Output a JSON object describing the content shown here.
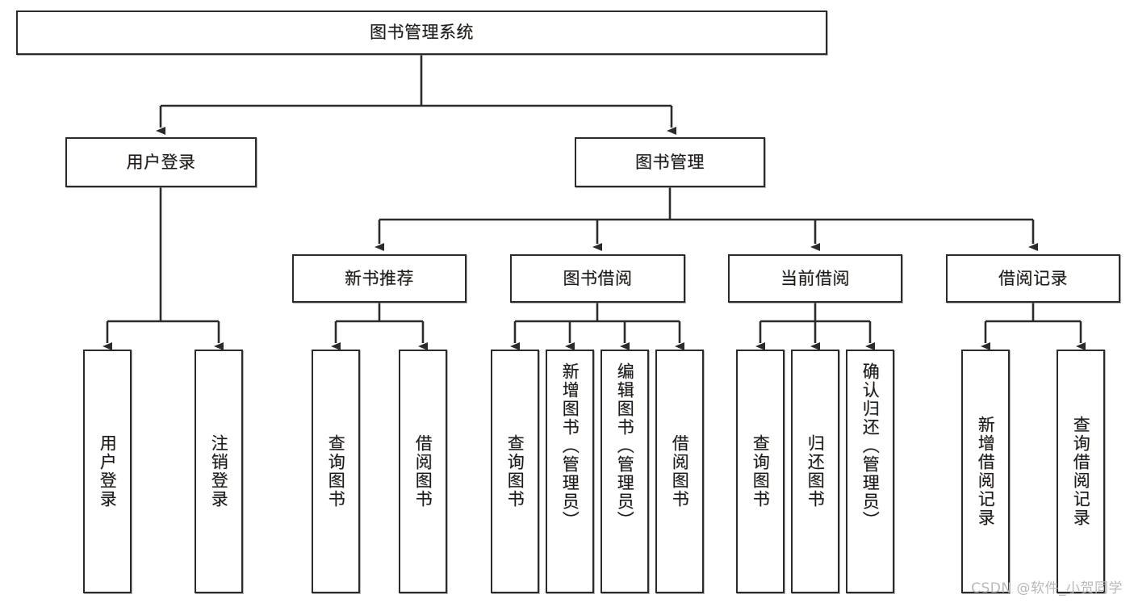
{
  "diagram": {
    "title": "图书管理系统",
    "type": "tree-hierarchy-diagram",
    "watermark": "CSDN @软件_小贺同学",
    "colors": {
      "box_border": "#2b2b2b",
      "box_fill": "#ffffff",
      "connector": "#2b2b2b",
      "text": "#1b1b1b",
      "watermark": "#b9b9b9",
      "background": "#ffffff"
    },
    "nodes": {
      "root": {
        "label": "图书管理系统"
      },
      "level2": [
        {
          "id": "user-login",
          "label": "用户登录"
        },
        {
          "id": "book-manage",
          "label": "图书管理"
        }
      ],
      "level3": [
        {
          "id": "new-book-recommend",
          "label": "新书推荐"
        },
        {
          "id": "book-borrow",
          "label": "图书借阅"
        },
        {
          "id": "current-borrow",
          "label": "当前借阅"
        },
        {
          "id": "borrow-record",
          "label": "借阅记录"
        }
      ],
      "leaves": [
        {
          "id": "leaf-user-login",
          "label": "用户登录",
          "parent": "user-login"
        },
        {
          "id": "leaf-user-logout",
          "label": "注销登录",
          "parent": "user-login"
        },
        {
          "id": "leaf-query-book-1",
          "label": "查询图书",
          "parent": "new-book-recommend"
        },
        {
          "id": "leaf-borrow-book-1",
          "label": "借阅图书",
          "parent": "new-book-recommend"
        },
        {
          "id": "leaf-query-book-2",
          "label": "查询图书",
          "parent": "book-borrow"
        },
        {
          "id": "leaf-add-book",
          "label": "新增图书（管理员）",
          "parent": "book-borrow"
        },
        {
          "id": "leaf-edit-book",
          "label": "编辑图书（管理员）",
          "parent": "book-borrow"
        },
        {
          "id": "leaf-borrow-book-2",
          "label": "借阅图书",
          "parent": "book-borrow"
        },
        {
          "id": "leaf-query-book-3",
          "label": "查询图书",
          "parent": "current-borrow"
        },
        {
          "id": "leaf-return-book",
          "label": "归还图书",
          "parent": "current-borrow"
        },
        {
          "id": "leaf-confirm-return",
          "label": "确认归还（管理员）",
          "parent": "current-borrow"
        },
        {
          "id": "leaf-add-record",
          "label": "新增借阅记录",
          "parent": "borrow-record"
        },
        {
          "id": "leaf-query-record",
          "label": "查询借阅记录",
          "parent": "borrow-record"
        }
      ]
    }
  }
}
